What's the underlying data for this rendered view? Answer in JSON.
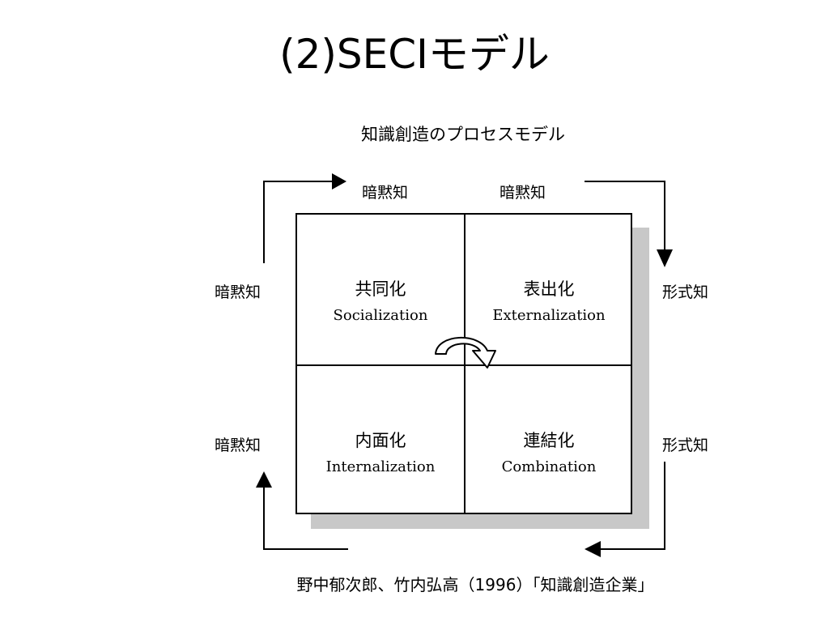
{
  "slide": {
    "title": "(2)SECIモデル"
  },
  "diagram": {
    "title": "知識創造のプロセスモデル",
    "labels": {
      "top_left": "暗黙知",
      "top_right": "暗黙知",
      "left_upper": "暗黙知",
      "left_lower": "暗黙知",
      "right_upper": "形式知",
      "right_lower": "形式知"
    },
    "quadrants": {
      "socialization": {
        "jp": "共同化",
        "en": "Socialization"
      },
      "externalization": {
        "jp": "表出化",
        "en": "Externalization"
      },
      "internalization": {
        "jp": "内面化",
        "en": "Internalization"
      },
      "combination": {
        "jp": "連結化",
        "en": "Combination"
      }
    },
    "citation": "野中郁次郎、竹内弘高（1996）「知識創造企業」"
  },
  "colors": {
    "line": "#000000",
    "shadow": "#c8c8c8",
    "background": "#ffffff"
  }
}
